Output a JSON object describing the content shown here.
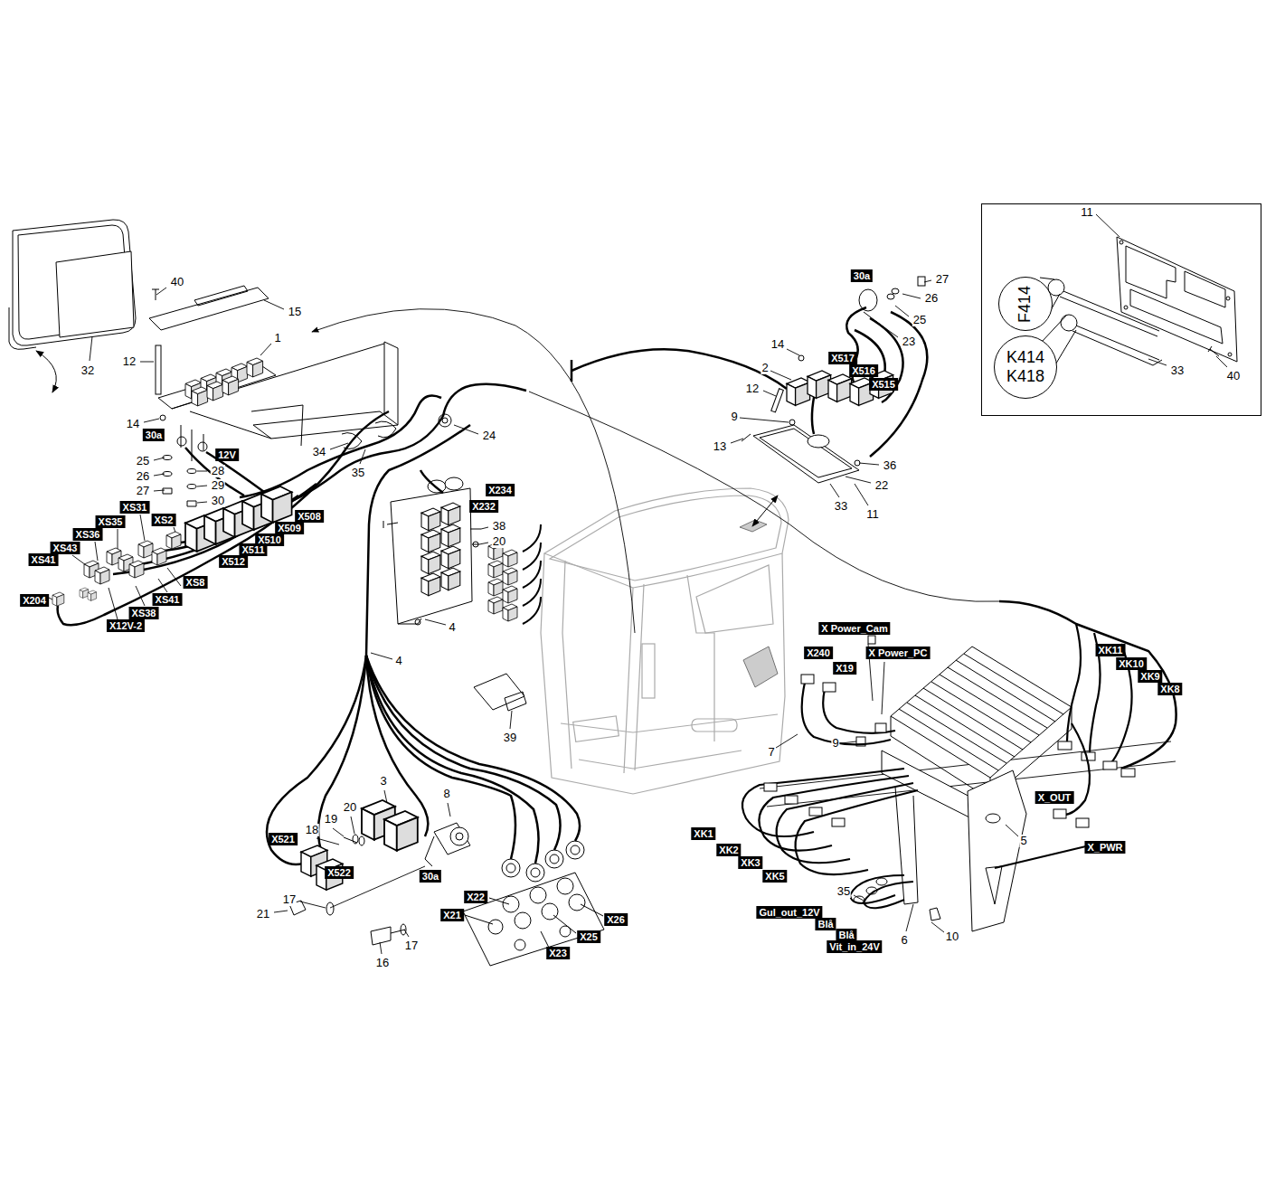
{
  "diagram": {
    "nodes": [
      {
        "text": [
          "11",
          "33",
          "40"
        ]
      },
      {
        "text": [
          "F414"
        ],
        "in": 0
      },
      {
        "text": [
          "K414 K418"
        ],
        "in": 0
      },
      {
        "text": [
          "30a"
        ]
      },
      {
        "text": [
          "X517"
        ]
      },
      {
        "text": [
          "X516"
        ]
      },
      {
        "text": [
          "X515"
        ]
      },
      {
        "text": [
          "30a"
        ]
      },
      {
        "text": [
          "12V"
        ]
      },
      {
        "text": [
          "X234"
        ]
      },
      {
        "text": [
          "X232"
        ]
      },
      {
        "text": [
          "XS31"
        ]
      },
      {
        "text": [
          "X508"
        ]
      },
      {
        "text": [
          "XS2"
        ]
      },
      {
        "text": [
          "XS35"
        ]
      },
      {
        "text": [
          "X509"
        ]
      },
      {
        "text": [
          "XS36"
        ]
      },
      {
        "text": [
          "X510"
        ]
      },
      {
        "text": [
          "XS43"
        ]
      },
      {
        "text": [
          "X511"
        ]
      },
      {
        "text": [
          "XS41"
        ]
      },
      {
        "text": [
          "X512"
        ]
      },
      {
        "text": [
          "XS8"
        ]
      },
      {
        "text": [
          "XS41"
        ]
      },
      {
        "text": [
          "X204"
        ]
      },
      {
        "text": [
          "XS38"
        ]
      },
      {
        "text": [
          "X12V-2"
        ]
      },
      {
        "text": [
          "X Power_Cam"
        ]
      },
      {
        "text": [
          "XK11"
        ]
      },
      {
        "text": [
          "X240"
        ]
      },
      {
        "text": [
          "X Power_PC"
        ]
      },
      {
        "text": [
          "XK10"
        ]
      },
      {
        "text": [
          "X19"
        ]
      },
      {
        "text": [
          "XK9"
        ]
      },
      {
        "text": [
          "XK8"
        ]
      },
      {
        "text": [
          "X_OUT"
        ]
      },
      {
        "text": [
          "XK1"
        ]
      },
      {
        "text": [
          "X521"
        ]
      },
      {
        "text": [
          "X_PWR"
        ]
      },
      {
        "text": [
          "XK2"
        ]
      },
      {
        "text": [
          "XK3"
        ]
      },
      {
        "text": [
          "X522"
        ]
      },
      {
        "text": [
          "30a"
        ]
      },
      {
        "text": [
          "XK5"
        ]
      },
      {
        "text": [
          "X22"
        ]
      },
      {
        "text": [
          "Gul_out_12V"
        ]
      },
      {
        "text": [
          "X21"
        ]
      },
      {
        "text": [
          "X26"
        ]
      },
      {
        "text": [
          "Blå"
        ]
      },
      {
        "text": [
          "Blå"
        ]
      },
      {
        "text": [
          "X25"
        ]
      },
      {
        "text": [
          "Vit_in_24V"
        ]
      },
      {
        "text": [
          "X23"
        ]
      }
    ],
    "labels": [
      "27",
      "40",
      "26",
      "15",
      "25",
      "1",
      "23",
      "14",
      "12",
      "2",
      "32",
      "12",
      "9",
      "14",
      "24",
      "13",
      "34",
      "25",
      "36",
      "28",
      "35",
      "26",
      "22",
      "29",
      "27",
      "30",
      "33",
      "11",
      "38",
      "20",
      "4",
      "4",
      "39",
      "9",
      "7",
      "3",
      "8",
      "20",
      "19",
      "18",
      "5",
      "35",
      "17",
      "21",
      "10",
      "6",
      "17",
      "16"
    ]
  }
}
